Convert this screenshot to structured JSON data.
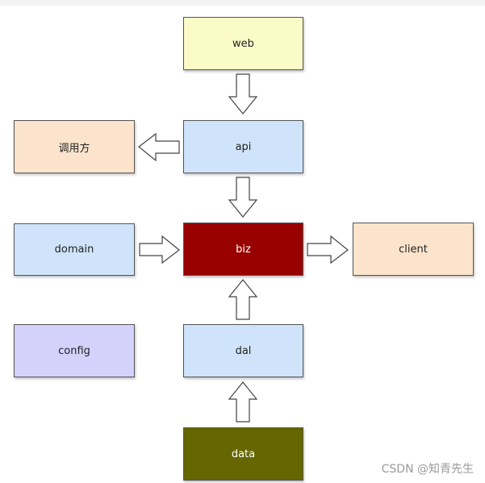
{
  "nodes": {
    "web": "web",
    "api": "api",
    "caller": "调用方",
    "domain": "domain",
    "biz": "biz",
    "client": "client",
    "config": "config",
    "dal": "dal",
    "data": "data"
  },
  "watermark": "CSDN @知青先生",
  "colors": {
    "web": "#fbfbc8",
    "caller": "#fce4cc",
    "client": "#fce4cc",
    "api": "#cfe4fb",
    "domain": "#cfe4fb",
    "dal": "#cfe4fb",
    "config": "#d4d2fb",
    "biz": "#990000",
    "data": "#666600"
  },
  "edges": [
    {
      "from": "web",
      "to": "api"
    },
    {
      "from": "api",
      "to": "caller"
    },
    {
      "from": "api",
      "to": "biz"
    },
    {
      "from": "domain",
      "to": "biz"
    },
    {
      "from": "biz",
      "to": "client"
    },
    {
      "from": "dal",
      "to": "biz"
    },
    {
      "from": "data",
      "to": "dal"
    }
  ]
}
